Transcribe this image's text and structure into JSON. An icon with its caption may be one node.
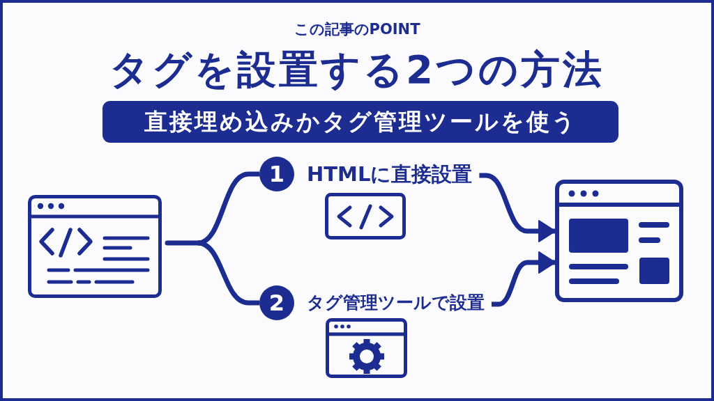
{
  "diagram": {
    "title": "タグを設置する2つの方法",
    "nodes": [
      {
        "text": [
          "直接埋め込みかタグ管理ツールを使う"
        ]
      },
      {
        "text": [],
        "shape": "picture"
      },
      {
        "text": [
          "1"
        ],
        "beside": [
          "HTMLに直接設置"
        ]
      },
      {
        "text": [
          "2"
        ],
        "beside": [
          "タグ管理ツールで設置"
        ]
      },
      {
        "text": [],
        "shape": "picture"
      }
    ],
    "edges": [
      {
        "from": 1,
        "to": 2,
        "arrow": "none"
      },
      {
        "from": 1,
        "to": 3,
        "arrow": "none"
      },
      {
        "from": 2,
        "to": 4,
        "arrow": "to"
      },
      {
        "from": 3,
        "to": 4,
        "arrow": "to"
      }
    ],
    "labels": [
      "この記事のPOINT"
    ]
  }
}
